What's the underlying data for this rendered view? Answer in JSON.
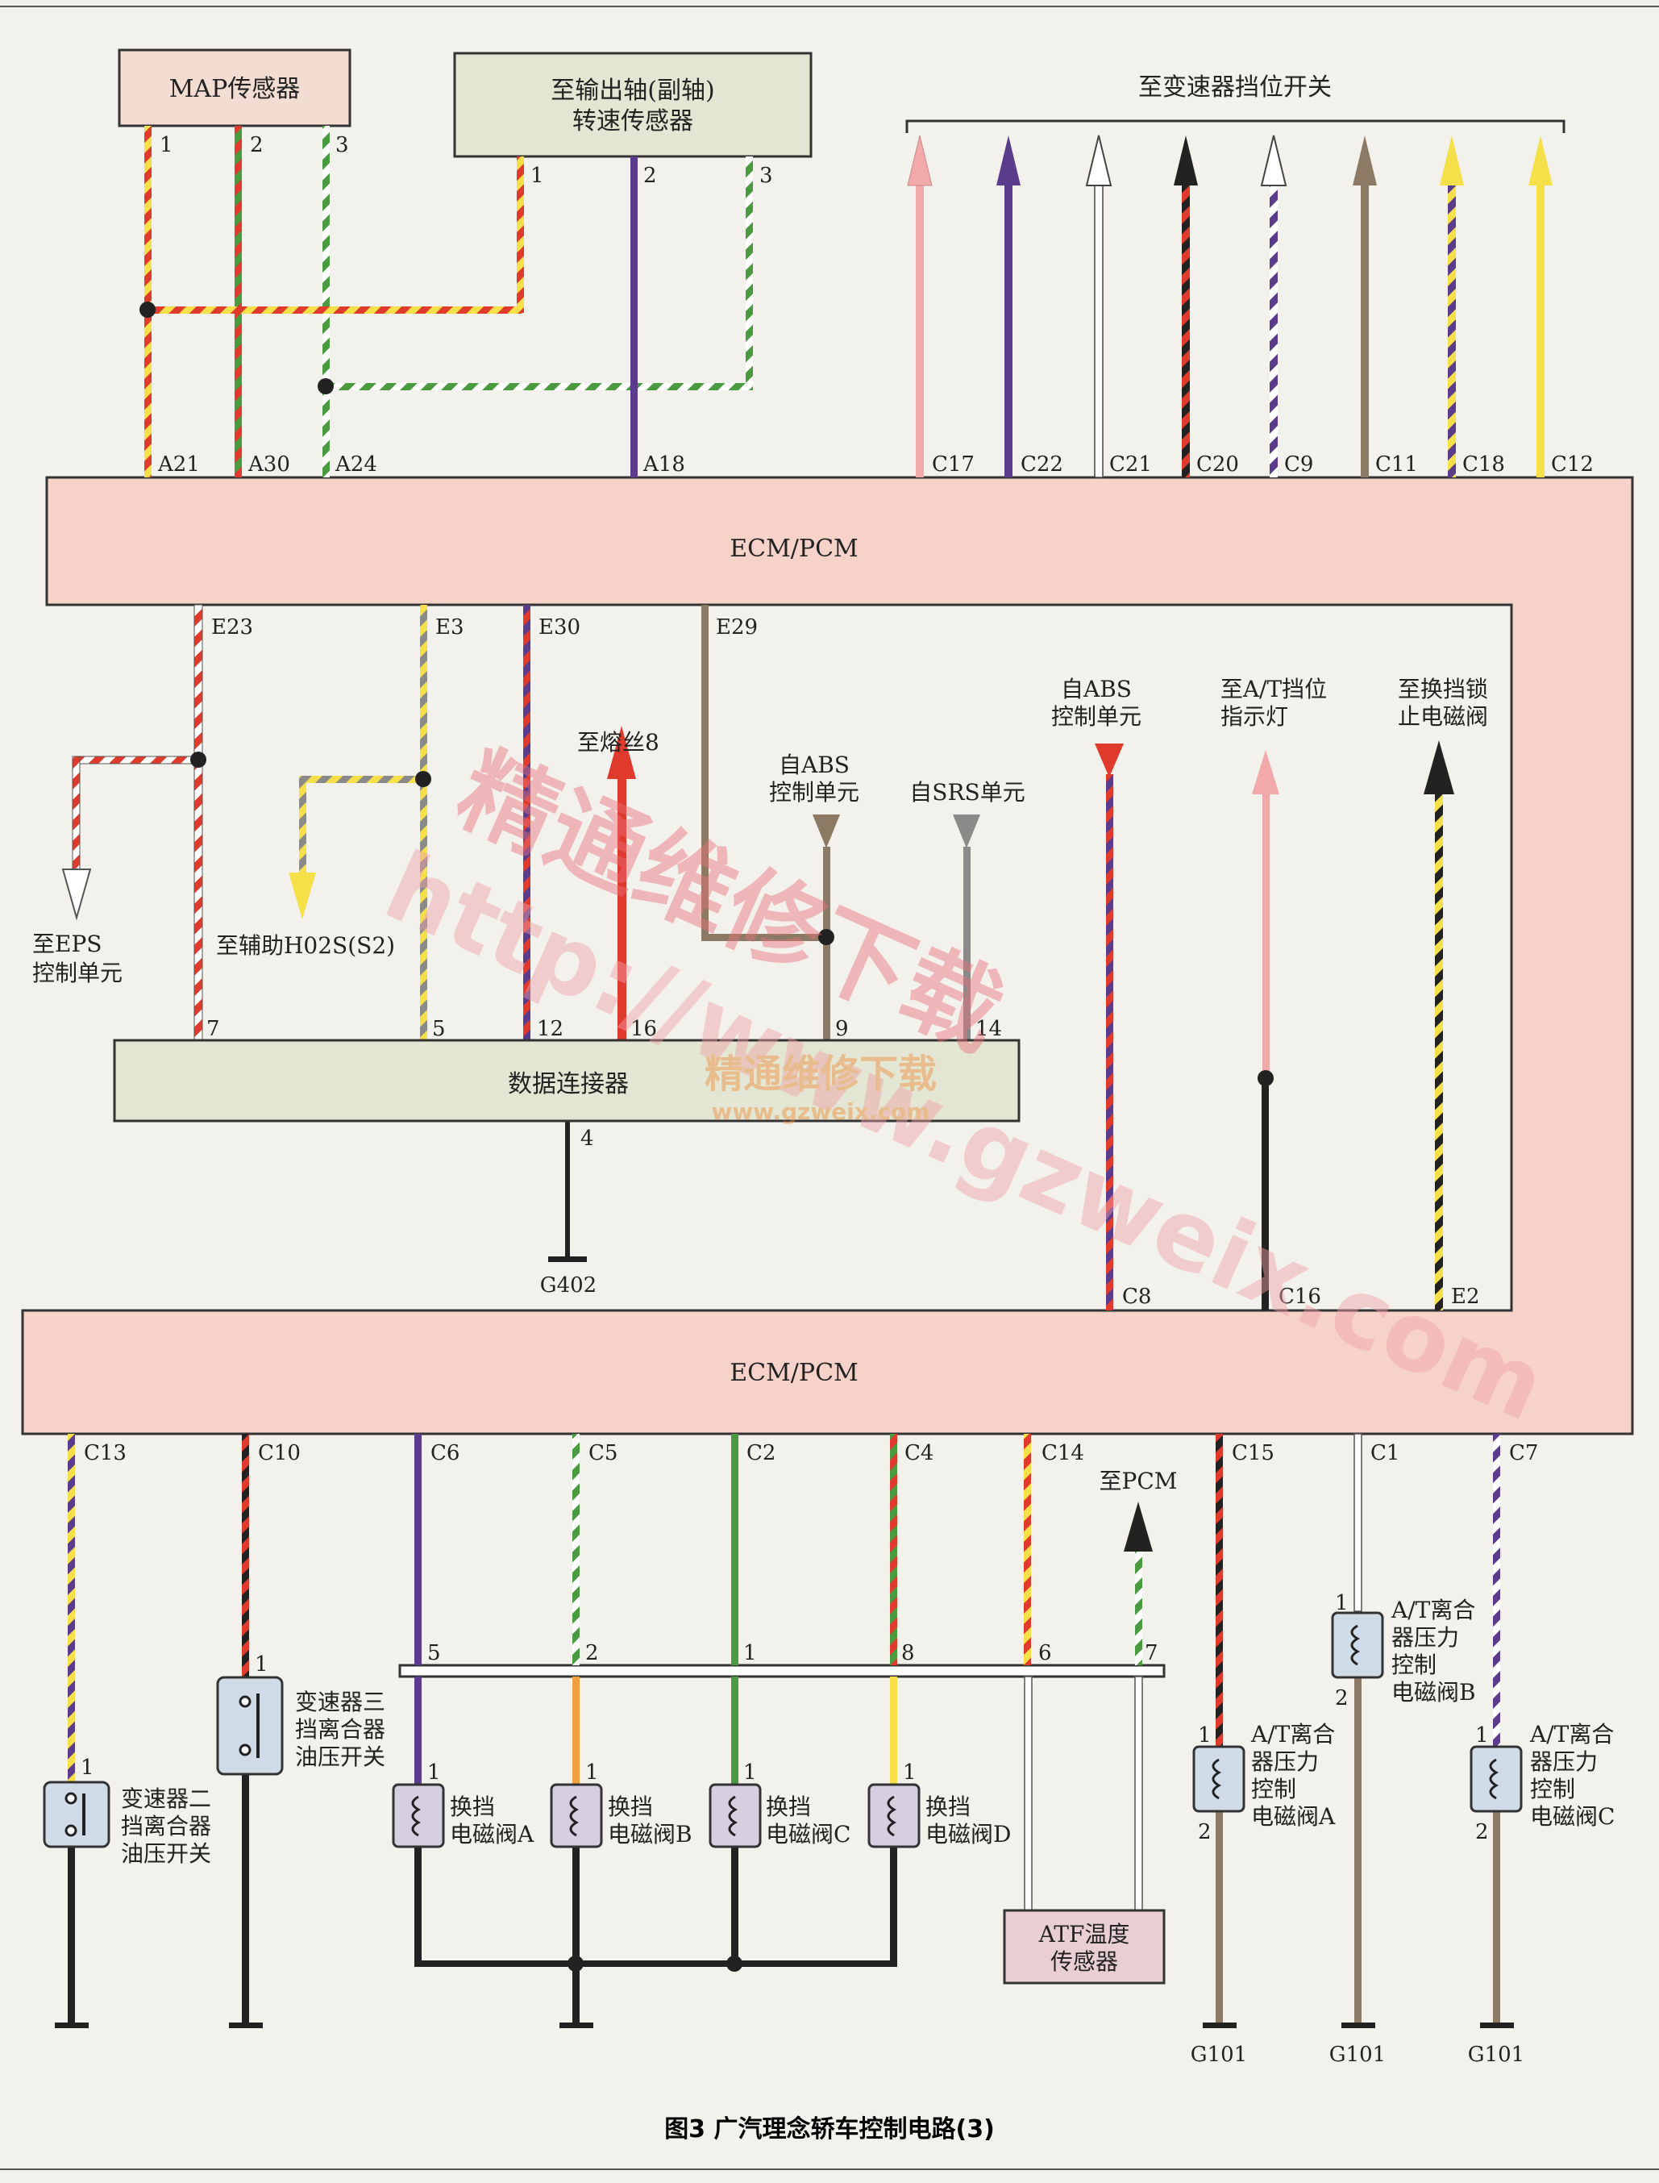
{
  "blocks": {
    "map_sensor": "MAP传感器",
    "output_shaft_sensor": [
      "至输出轴(副轴)",
      "转速传感器"
    ],
    "ecm_top": "ECM/PCM",
    "ecm_bottom": "ECM/PCM",
    "data_connector": "数据连接器",
    "atf_sensor": [
      "ATF温度",
      "传感器"
    ]
  },
  "labels": {
    "to_trans_switch": "至变速器挡位开关",
    "to_eps": [
      "至EPS",
      "控制单元"
    ],
    "to_aux_ho2s": "至辅助H02S(S2)",
    "to_fuse": "至熔丝8",
    "from_abs_1": [
      "自ABS",
      "控制单元"
    ],
    "from_srs": "自SRS单元",
    "from_abs_2": [
      "自ABS",
      "控制单元"
    ],
    "to_at_indicator": [
      "至A/T挡位",
      "指示灯"
    ],
    "to_shift_lock": [
      "至换挡锁",
      "止电磁阀"
    ],
    "to_pcm": "至PCM",
    "g402": "G402",
    "g101": "G101"
  },
  "components": {
    "sw2": [
      "变速器二",
      "挡离合器",
      "油压开关"
    ],
    "sw3": [
      "变速器三",
      "挡离合器",
      "油压开关"
    ],
    "sol_a": [
      "换挡",
      "电磁阀A"
    ],
    "sol_b": [
      "换挡",
      "电磁阀B"
    ],
    "sol_c": [
      "换挡",
      "电磁阀C"
    ],
    "sol_d": [
      "换挡",
      "电磁阀D"
    ],
    "pc_a": [
      "A/T离合",
      "器压力",
      "控制",
      "电磁阀A"
    ],
    "pc_b": [
      "A/T离合",
      "器压力",
      "控制",
      "电磁阀B"
    ],
    "pc_c": [
      "A/T离合",
      "器压力",
      "控制",
      "电磁阀C"
    ]
  },
  "pins": {
    "map": [
      "1",
      "2",
      "3"
    ],
    "oss": [
      "1",
      "2",
      "3"
    ],
    "ecm_top_in": [
      "A21",
      "A30",
      "A24",
      "A18",
      "C17",
      "C22",
      "C21",
      "C20",
      "C9",
      "C11",
      "C18",
      "C12"
    ],
    "ecm_top_out": [
      "E23",
      "E3",
      "E30",
      "E29"
    ],
    "dlc": [
      "7",
      "5",
      "12",
      "16",
      "9",
      "14",
      "4"
    ],
    "ecm_bottom_in": [
      "C8",
      "C16",
      "E2"
    ],
    "ecm_bottom_out": [
      "C13",
      "C10",
      "C6",
      "C5",
      "C2",
      "C4",
      "C14",
      "C15",
      "C1",
      "C7"
    ],
    "connector": [
      "5",
      "2",
      "1",
      "8",
      "6",
      "7"
    ],
    "comp_one": "1",
    "comp_two": "2"
  },
  "caption": "图3 广汽理念轿车控制电路(3)",
  "watermark": {
    "cn": "精通维修下载",
    "url": "http://www.gzweix.com",
    "center_cn": "精通维修下载",
    "center_url": "www.gzweix.com"
  },
  "colors": {
    "ecm_fill": "#f6d2c8",
    "box_fill": "#e3e6d2",
    "atf_fill": "#e9cfd4",
    "solenoid_fill": "#d6cfe0",
    "pc_fill": "#cfdce8",
    "red": "#e03a2c",
    "yellow": "#f5e04a",
    "green": "#4a9a40",
    "purple": "#5a3b8c",
    "pink": "#f2a9a9",
    "brown": "#8d7a64",
    "black": "#222222",
    "gray": "#8a8a8a",
    "orange": "#f0a040"
  }
}
